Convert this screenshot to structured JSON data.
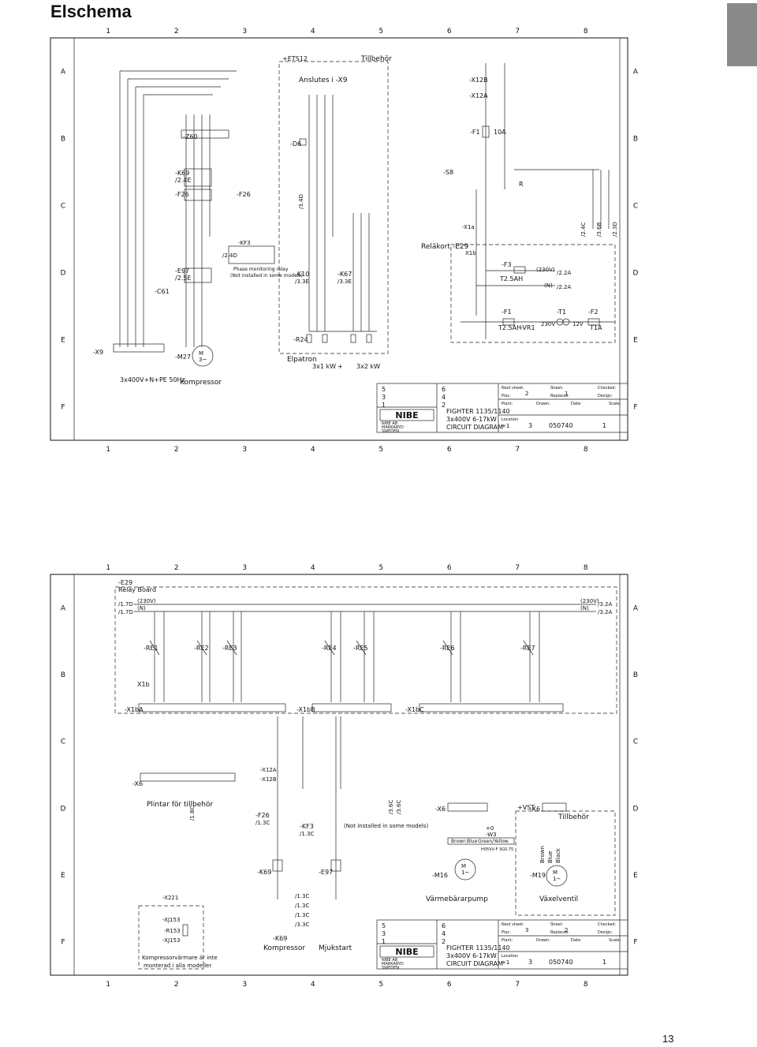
{
  "page": {
    "title": "Elschema",
    "page_number": "13"
  },
  "grid": {
    "cols": [
      "1",
      "2",
      "3",
      "4",
      "5",
      "6",
      "7",
      "8"
    ],
    "rows": [
      "A",
      "B",
      "C",
      "D",
      "E",
      "F"
    ]
  },
  "sheet1": {
    "labels": {
      "ets12": "+ETS12",
      "tillbehor": "Tillbehör",
      "anslutes": "Anslutes i -X9",
      "x12b": "-X12B",
      "x12a": "-X12A",
      "f1_top": "-F1",
      "f1_rating": "10A",
      "s8": "-S8",
      "r_label": "R",
      "z60": "-Z60",
      "k69": "-K69",
      "k69_ref": "/2.4E",
      "f26": "-F26",
      "f26_ref": "-F26",
      "d6": "-D6",
      "ref_340": "/3.4D",
      "kf3": "-KF3",
      "kf3_ref": "/2.4D",
      "phase_relay": "Phase monitoring relay",
      "phase_note": "(Not installed in some models)",
      "e97": "-E97",
      "e97_ref": "/2.5E",
      "c61": "-C61",
      "k10": "-K10",
      "k10_ref": "/3.3E",
      "k67": "-K67",
      "k67_ref": "/3.3E",
      "relakort": "Reläkort -E29",
      "x1a": "-X1a",
      "x1b": "X1b",
      "f3": "-F3",
      "f3_rating": "T2.5AH",
      "v230": "(230V)",
      "vn": "(N)",
      "ref_22a_1": "/2.2A",
      "ref_22a_2": "/2.2A",
      "ref_24c": "/2.4C",
      "ref_36b": "/3.6B",
      "ref_230": "/2.3D",
      "f1_bot": "-F1",
      "f1_bot_rating": "T2.5AH",
      "vr1": "-VR1",
      "t1": "-T1",
      "t1_in": "230V",
      "t1_out": "12V",
      "f2": "-F2",
      "f2_rating": "T1A",
      "x9": "-X9",
      "m27": "-M27",
      "r24": "-R24",
      "elpatron": "Elpatron",
      "kw1": "3x1 kW",
      "plus": "+",
      "kw2": "3x2 kW",
      "supply": "3x400V+N+PE 50Hz",
      "kompressor": "Kompressor"
    },
    "title_block": {
      "rev_left": [
        "5",
        "3",
        "1"
      ],
      "rev_right": [
        "6",
        "4",
        "2"
      ],
      "next_sheet_label": "Next sheet:",
      "next_sheet": "2",
      "sheet_label": "Sheet:",
      "sheet": "1",
      "checked_label": "Checked:",
      "plac_label": "Plac:",
      "replaces_label": "Replaces:",
      "design_label": "Design:",
      "logo": "NIBE",
      "company1": "NIBE AB",
      "company2": "MARKARYD",
      "company3": "SWEDEN",
      "product": "FIGHTER 1135/1140",
      "spec": "3x400V 6-17kW",
      "doc_type": "CIRCUIT DIAGRAM",
      "plant_label": "Plant:",
      "drawn_label": "Drawn:",
      "date_label": "Date:",
      "scale_label": "Scale:",
      "location_label": "Location",
      "location": "+1",
      "doc_prefix": "3",
      "doc_number": "050740",
      "doc_index": "1"
    }
  },
  "sheet2": {
    "labels": {
      "e29": "-E29",
      "relay_board": "Relay Board",
      "ref_17a_1": "/1.7D",
      "ref_17a_2": "/1.7D",
      "v230_l": "(230V)",
      "vn_l": "(N)",
      "v230_r": "(230V)",
      "vn_r": "(N)",
      "ref_32a_1": "/3.2A",
      "ref_32a_2": "/3.2A",
      "re1": "-RE1",
      "re2": "-RE2",
      "re3": "-RE3",
      "re4": "-RE4",
      "re5": "-RE5",
      "re6": "-RE6",
      "re7": "-RE7",
      "x1b": "X1b",
      "x1ba": "-X1bA",
      "x1bb": "-X1bB",
      "x1bc": "-X1bC",
      "x6_left": "-X6",
      "plintar": "Plintar för tillbehör",
      "ref_18c": "/1.8C",
      "x12a": "-X12A",
      "x12b": "-X12B",
      "f26": "-F26",
      "f26_ref": "/1.3C",
      "kf3": "-KF3",
      "kf3_ref": "/1.3C",
      "not_installed": "(Not installed in some models)",
      "ref_36c_1": "/3.6C",
      "ref_36c_2": "/3.6C",
      "x6_mid": "-X6",
      "brown": "Brown",
      "blue": "Blue",
      "green_yellow": "Green/Yellow",
      "pe_marker": "+0",
      "w3": "-W3",
      "cable": "H05VV-F 3G0.75",
      "vst": "+VST",
      "x6_right": "-X6",
      "tillbehor": "Tillbehör",
      "k69": "-K69",
      "e97": "-E97",
      "m16": "-M16",
      "varmebararpump": "Värmebärarpump",
      "m19": "-M19",
      "brown2": "Brown",
      "blue2": "Blue",
      "black2": "Black",
      "vaxelventil": "Växelventil",
      "x221": "-X221",
      "xj153_1": "-XJ153",
      "r153": "-R153",
      "xj153_2": "-XJ153",
      "kompvarmare1": "Kompressorvärmare är inte",
      "kompvarmare2": "monterad i alla modeller",
      "k69_b": "-K69",
      "kompressor": "Kompressor",
      "mjukstart": "Mjukstart",
      "ref_13c_1": "/1.3C",
      "ref_13c_2": "/1.3C",
      "ref_13c_3": "/1.3C",
      "ref_33c": "/3.3C"
    },
    "title_block": {
      "rev_left": [
        "5",
        "3",
        "1"
      ],
      "rev_right": [
        "6",
        "4",
        "2"
      ],
      "next_sheet_label": "Next sheet:",
      "next_sheet": "3",
      "sheet_label": "Sheet:",
      "sheet": "2",
      "checked_label": "Checked:",
      "plac_label": "Plac:",
      "replaces_label": "Replaces:",
      "design_label": "Design:",
      "logo": "NIBE",
      "company1": "NIBE AB",
      "company2": "MARKARYD",
      "company3": "SWEDEN",
      "product": "FIGHTER 1135/1140",
      "spec": "3x400V 6-17kW",
      "doc_type": "CIRCUIT DIAGRAM",
      "plant_label": "Plant:",
      "drawn_label": "Drawn:",
      "date_label": "Date:",
      "scale_label": "Scale:",
      "location_label": "Location",
      "location": "+1",
      "doc_prefix": "3",
      "doc_number": "050740",
      "doc_index": "1"
    }
  }
}
